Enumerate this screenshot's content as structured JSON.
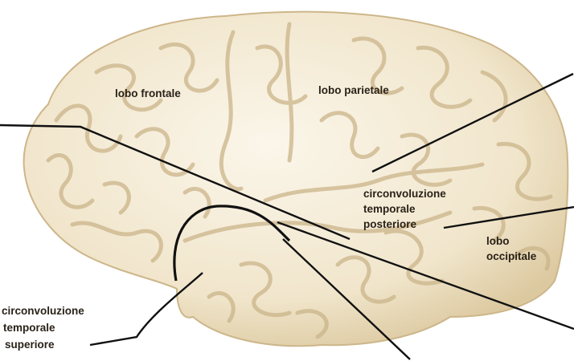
{
  "labels": {
    "frontal": "lobo  frontale",
    "parietal": "lobo  parietale",
    "posterior_temporal": [
      "circonvoluzione",
      "temporale",
      "posteriore"
    ],
    "occipital": [
      "lobo",
      "occipitale"
    ],
    "superior_temporal": [
      "circonvoluzione",
      "temporale",
      "superiore"
    ]
  },
  "colors": {
    "brain_fill": "#f4ecd8",
    "brain_shadow": "#d9c8a4",
    "sulcus": "#c9b388",
    "leader_line": "#111111",
    "text": "#2a2218"
  }
}
